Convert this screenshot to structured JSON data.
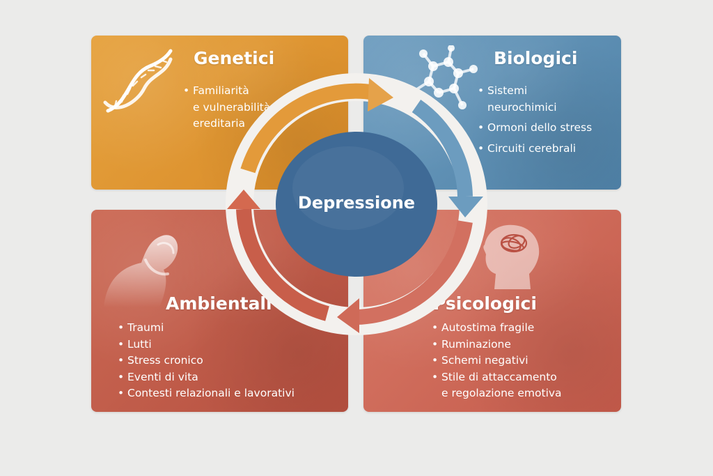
{
  "center": {
    "label": "Depressione"
  },
  "quadrants": {
    "genetici": {
      "title": "Genetici",
      "items": [
        [
          "Familiarità",
          "e vulnerabilità",
          "ereditaria"
        ]
      ]
    },
    "biologici": {
      "title": "Biologici",
      "items": [
        [
          "Sistemi",
          "neurochimici"
        ],
        [
          "Ormoni dello stress"
        ],
        [
          "Circuiti cerebrali"
        ]
      ]
    },
    "ambientali": {
      "title": "Ambientali",
      "items": [
        [
          "Traumi"
        ],
        [
          "Lutti"
        ],
        [
          "Stress cronico"
        ],
        [
          "Eventi di vita"
        ],
        [
          "Contesti relazionali e lavorativi"
        ]
      ]
    },
    "psicologici": {
      "title": "Psicologici",
      "items": [
        [
          "Autostima fragile"
        ],
        [
          "Ruminazione"
        ],
        [
          "Schemi negativi"
        ],
        [
          "Stile di attaccamento",
          "e regolazione emotiva"
        ]
      ]
    }
  },
  "colors": {
    "genetici": "#df9633",
    "biologici": "#5e90b5",
    "ambientali": "#c05c4a",
    "psicologici": "#cf6a58",
    "center": "#3f6a96"
  },
  "icons": {
    "genetici": "dna-icon",
    "biologici": "molecule-icon",
    "ambientali": "distressed-person-icon",
    "psicologici": "head-tangled-thoughts-icon"
  }
}
